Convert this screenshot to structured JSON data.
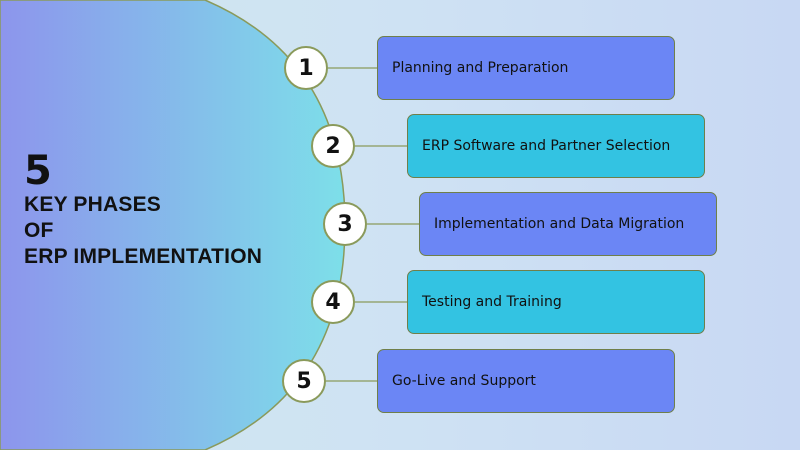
{
  "title": {
    "number": "5",
    "line1": "KEY PHASES",
    "line2": "OF",
    "line3": "ERP IMPLEMENTATION"
  },
  "phases": [
    {
      "number": "1",
      "label": "Planning and Preparation",
      "color": "#6b86f5"
    },
    {
      "number": "2",
      "label": "ERP Software and Partner Selection",
      "color": "#33c3e2"
    },
    {
      "number": "3",
      "label": "Implementation and Data Migration",
      "color": "#6b86f5"
    },
    {
      "number": "4",
      "label": "Testing and Training",
      "color": "#33c3e2"
    },
    {
      "number": "5",
      "label": "Go-Live and Support",
      "color": "#6b86f5"
    }
  ],
  "colors": {
    "arc_left": "#8d95ec",
    "arc_right": "#7ddfe9",
    "arc_border": "#8a9a5b",
    "connector": "#8a9a5b"
  }
}
